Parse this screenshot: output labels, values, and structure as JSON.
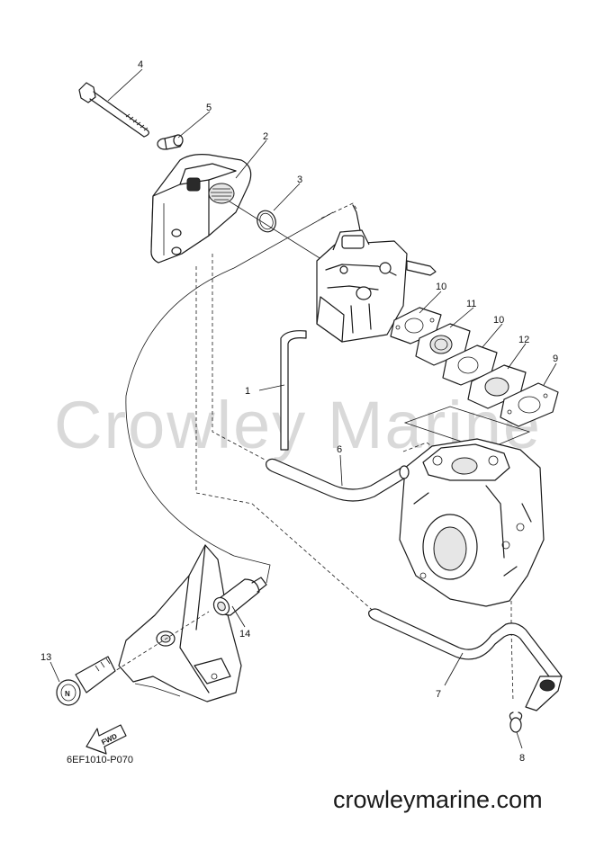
{
  "watermark": "Crowley Marine",
  "diagram_code": "6EF1010-P070",
  "site_url": "crowleymarine.com",
  "fwd_label": "FWD",
  "knob_label": "N",
  "callouts": {
    "c1": "1",
    "c2": "2",
    "c3": "3",
    "c4": "4",
    "c5": "5",
    "c6": "6",
    "c7": "7",
    "c8": "8",
    "c9": "9",
    "c10a": "10",
    "c10b": "10",
    "c11": "11",
    "c12": "12",
    "c13": "13",
    "c14": "14"
  }
}
